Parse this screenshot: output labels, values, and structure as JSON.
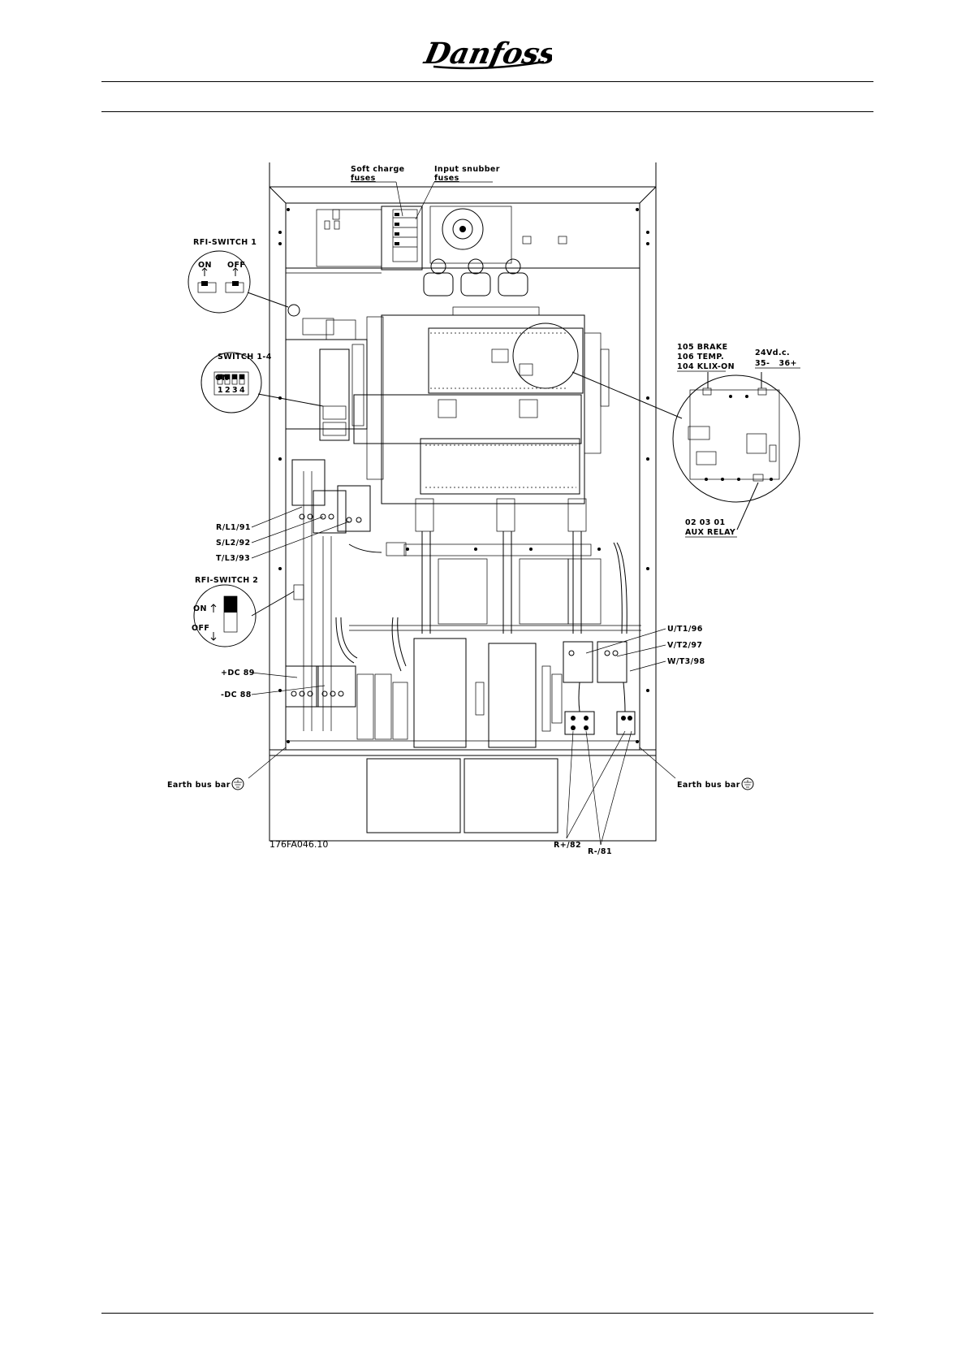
{
  "header": {
    "brand": "Danfoss"
  },
  "labels": {
    "soft_charge_1": "Soft charge",
    "soft_charge_2": "fuses",
    "input_snubber_1": "Input snubber",
    "input_snubber_2": "fuses",
    "rfi_switch_1": "RFI-SWITCH 1",
    "rfi1_on": "ON",
    "rfi1_off": "OFF",
    "switch_1_4": "SWITCH 1-4",
    "switch_on": "ON",
    "switch_nums": [
      "1",
      "2",
      "3",
      "4"
    ],
    "brake": "105 BRAKE",
    "temp": "106 TEMP.",
    "klix": "104 KLIX-ON",
    "vdc": "24Vd.c.",
    "vdc_terms": "35-   36+",
    "relay_nums": "02 03 01",
    "aux_relay": "AUX RELAY",
    "r_l1": "R/L1/91",
    "s_l2": "S/L2/92",
    "t_l3": "T/L3/93",
    "rfi_switch_2": "RFI-SWITCH 2",
    "rfi2_on": "ON",
    "rfi2_off": "OFF",
    "dc_plus": "+DC 89",
    "dc_minus": "-DC 88",
    "u_t1": "U/T1/96",
    "v_t2": "V/T2/97",
    "w_t3": "W/T3/98",
    "earth_left": "Earth bus bar",
    "earth_right": "Earth bus bar",
    "r_plus": "R+/82",
    "r_minus": "R-/81",
    "drawing_code": "176FA046.10"
  }
}
